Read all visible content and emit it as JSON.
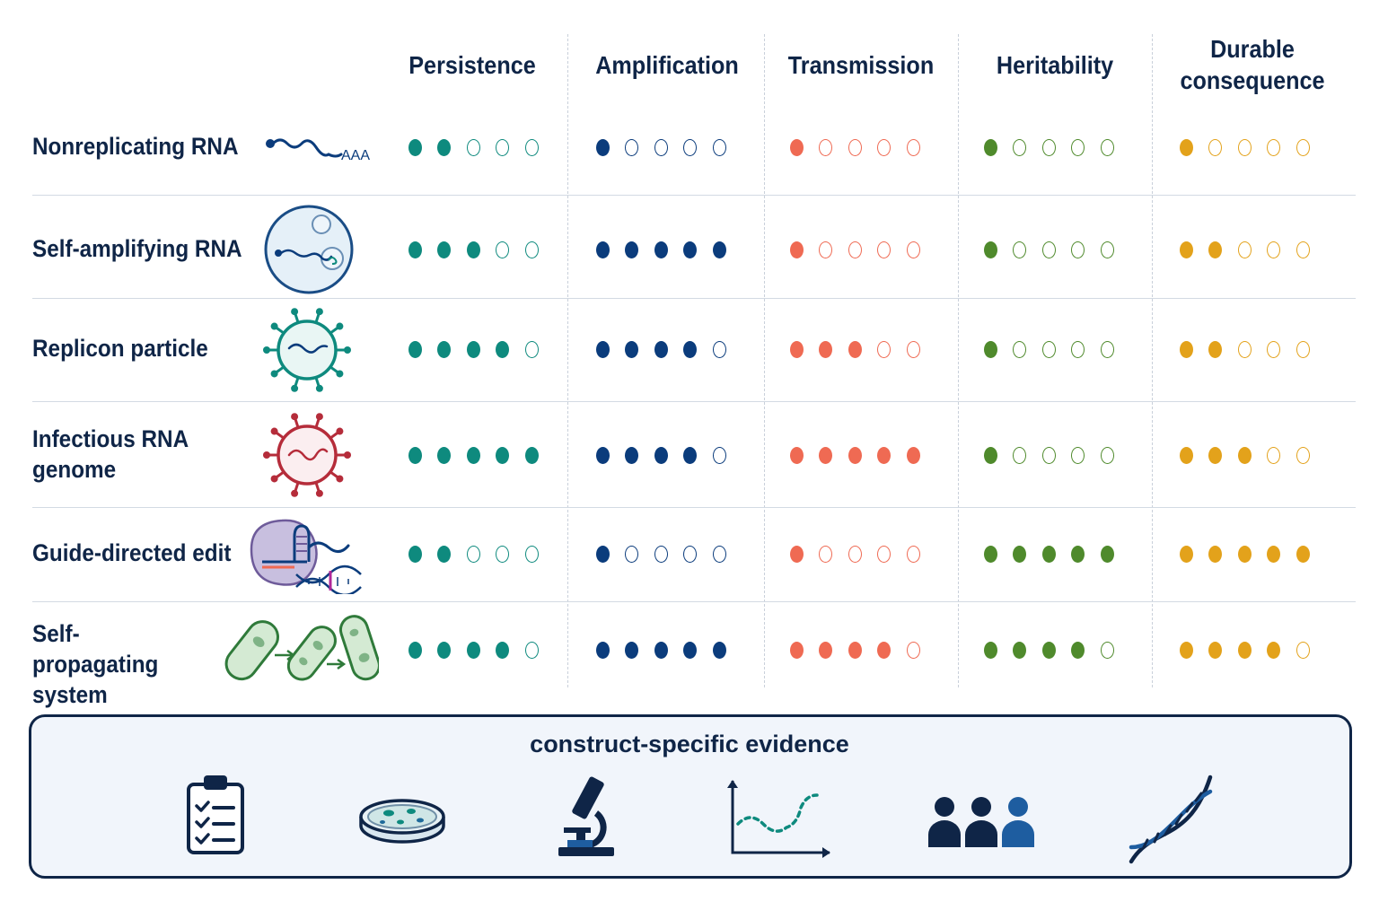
{
  "columns": [
    {
      "label": "Persistence",
      "color": "#0e8a7e"
    },
    {
      "label": "Amplification",
      "color": "#0b3c7c"
    },
    {
      "label": "Transmission",
      "color": "#ef6a53"
    },
    {
      "label": "Heritability",
      "color": "#4f8a2c"
    },
    {
      "label": "Durable consequence",
      "color": "#e3a21b"
    }
  ],
  "rows": [
    {
      "label": "Nonreplicating RNA",
      "icon": "mrna-strand-icon",
      "icon_text": "AAA",
      "scores": [
        2,
        1,
        1,
        1,
        1
      ]
    },
    {
      "label": "Self-amplifying RNA",
      "icon": "cell-with-rna-icon",
      "scores": [
        3,
        5,
        1,
        1,
        2
      ]
    },
    {
      "label": "Replicon particle",
      "icon": "teal-virus-particle-icon",
      "scores": [
        4,
        4,
        3,
        1,
        2
      ]
    },
    {
      "label": "Infectious RNA genome",
      "icon": "red-virus-particle-icon",
      "scores": [
        5,
        4,
        5,
        1,
        3
      ]
    },
    {
      "label": "Guide-directed edit",
      "icon": "guide-rna-dna-edit-icon",
      "scores": [
        2,
        1,
        1,
        5,
        5
      ]
    },
    {
      "label": "Self-propagating system",
      "icon": "propagating-cells-icon",
      "scores": [
        4,
        5,
        4,
        4,
        4
      ]
    }
  ],
  "max_score": 5,
  "evidence": {
    "title": "construct-specific evidence",
    "icons": [
      "clipboard-checklist-icon",
      "petri-dish-icon",
      "microscope-icon",
      "line-graph-icon",
      "people-group-icon",
      "dna-helix-icon"
    ]
  }
}
